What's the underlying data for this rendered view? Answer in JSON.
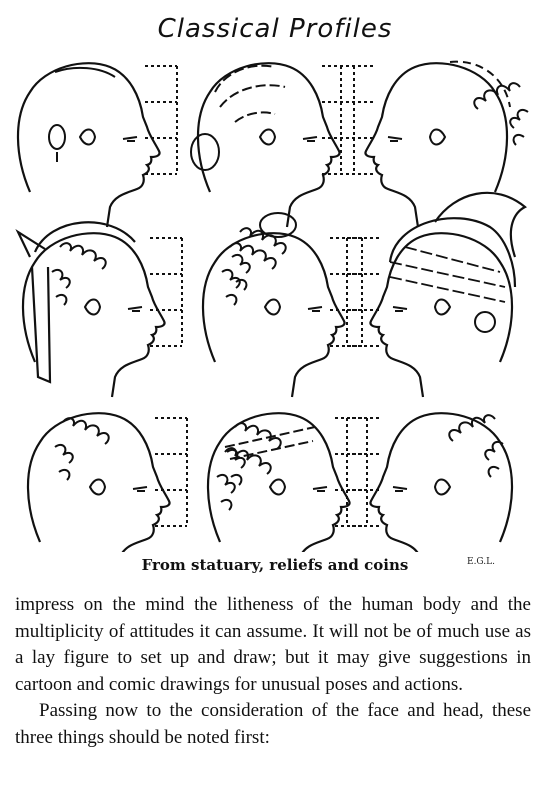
{
  "header": {
    "title": "Classical  Profiles"
  },
  "figure": {
    "caption": "From statuary, reliefs and coins",
    "initials": "E.G.L."
  },
  "text": {
    "paragraph_1": "impress on the mind the litheness of the human body and the multiplicity of attitudes it can assume. It will not be of much use as a lay figure to set up and draw; but it may give suggestions in cartoon and comic drawings for unusual poses and actions.",
    "paragraph_2": "Passing now to the consideration of the face and head, these three things should be noted first:"
  }
}
